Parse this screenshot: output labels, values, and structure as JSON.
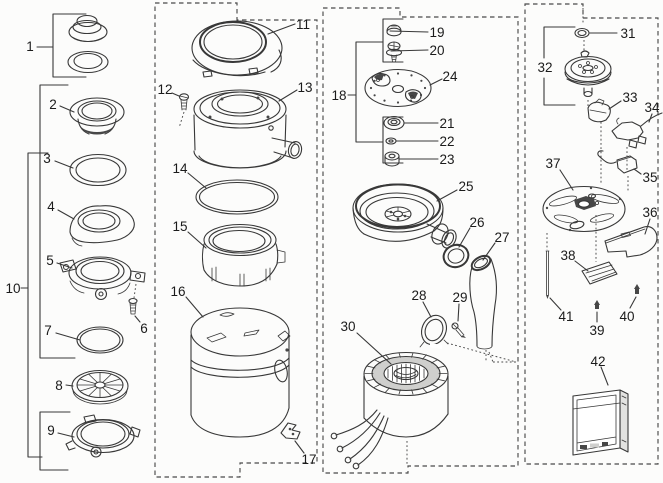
{
  "diagram": {
    "labels": [
      "1",
      "2",
      "3",
      "4",
      "5",
      "6",
      "7",
      "8",
      "9",
      "10",
      "11",
      "12",
      "13",
      "14",
      "15",
      "16",
      "17",
      "18",
      "19",
      "20",
      "21",
      "22",
      "23",
      "24",
      "25",
      "26",
      "27",
      "28",
      "29",
      "30",
      "31",
      "32",
      "33",
      "34",
      "35",
      "36",
      "37",
      "38",
      "39",
      "40",
      "41",
      "42"
    ]
  }
}
